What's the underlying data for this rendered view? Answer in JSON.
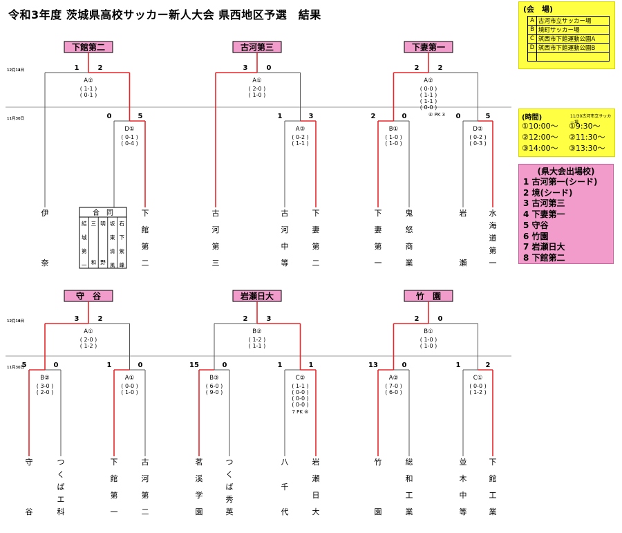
{
  "title": "令和3年度 茨城県高校サッカー新人大会 県西地区予選　結果",
  "venues": {
    "header": "(会　場)",
    "items": [
      {
        "key": "A",
        "name": "古河市立サッカー場"
      },
      {
        "key": "B",
        "name": "境町サッカー場"
      },
      {
        "key": "C",
        "name": "筑西市下館運動公園A"
      },
      {
        "key": "D",
        "name": "筑西市下館運動公園B"
      },
      {
        "key": "",
        "name": ""
      }
    ]
  },
  "times": {
    "header": "(時間)",
    "note": "11/30古河市立サッカー場",
    "col1": [
      "①10:00～",
      "②12:00～",
      "③14:00～"
    ],
    "col2": [
      "①9:30～",
      "②11:30～",
      "③13:30～"
    ]
  },
  "qualified": {
    "header": "(県大会出場校)",
    "list": [
      "1 古河第一(シード)",
      "2 境(シード)",
      "3 古河第三",
      "4 下妻第一",
      "5 守谷",
      "6 竹園",
      "7 岩瀬日大",
      "8 下館第二"
    ]
  },
  "blocks": [
    {
      "winner": "下館第二",
      "final_date": "12月14日",
      "final_scores": [
        "1",
        "2"
      ],
      "final_venue": "A②",
      "final_detail": [
        "( 1-1 )",
        "( 0-1 )"
      ],
      "final_pk": "",
      "semis": [
        {
          "bye": true,
          "team": "伊奈"
        },
        {
          "bye": false,
          "date": "11月30日",
          "scores": [
            "0",
            "5"
          ],
          "venue": "D①",
          "detail": [
            "( 0-1 )",
            "( 0-4 )"
          ],
          "pk": "",
          "teams": [
            {
              "name": "合同",
              "joint": true,
              "header": "合　同",
              "members": [
                "結城第一",
                "三和",
                "明野",
                "坂東清風",
                "石下紫峰"
              ]
            },
            {
              "name": "下館第二"
            }
          ]
        }
      ]
    },
    {
      "winner": "古河第三",
      "final_date": "12月13日",
      "final_scores": [
        "3",
        "0"
      ],
      "final_venue": "A①",
      "final_detail": [
        "( 2-0 )",
        "( 1-0 )"
      ],
      "final_pk": "",
      "semis": [
        {
          "bye": true,
          "team": "古河第三"
        },
        {
          "bye": false,
          "date": "",
          "scores": [
            "1",
            "3"
          ],
          "venue": "A③",
          "detail": [
            "( 0-2 )",
            "( 1-1 )"
          ],
          "pk": "",
          "teams": [
            {
              "name": "古河中等"
            },
            {
              "name": "下妻第二"
            }
          ]
        }
      ]
    },
    {
      "winner": "下妻第一",
      "final_date": "12月13日",
      "final_scores": [
        "2",
        "2"
      ],
      "final_venue": "A②",
      "final_detail": [
        "( 0-0 )",
        "( 1-1 )",
        "( 1-1 )",
        "( 0-0 )"
      ],
      "final_pk": "④ PK 3",
      "semis": [
        {
          "bye": false,
          "date": "",
          "scores": [
            "2",
            "0"
          ],
          "venue": "B①",
          "detail": [
            "( 1-0 )",
            "( 1-0 )"
          ],
          "pk": "",
          "teams": [
            {
              "name": "下妻第一"
            },
            {
              "name": "鬼怒商業"
            }
          ]
        },
        {
          "bye": false,
          "date": "11月30日",
          "scores": [
            "0",
            "5"
          ],
          "venue": "D②",
          "detail": [
            "( 0-2 )",
            "( 0-3 )"
          ],
          "pk": "",
          "teams": [
            {
              "name": "岩瀬"
            },
            {
              "name": "水海道第一"
            }
          ]
        }
      ]
    },
    {
      "winner": "守　谷",
      "final_date": "12月14日",
      "final_scores": [
        "3",
        "2"
      ],
      "final_venue": "A①",
      "final_detail": [
        "( 2-0 )",
        "( 1-2 )"
      ],
      "final_pk": "",
      "semis": [
        {
          "bye": false,
          "date": "11月30日",
          "scores": [
            "5",
            "0"
          ],
          "venue": "B②",
          "detail": [
            "( 3-0 )",
            "( 2-0 )"
          ],
          "pk": "",
          "teams": [
            {
              "name": "守谷"
            },
            {
              "name": "つくばエ科"
            }
          ]
        },
        {
          "bye": false,
          "date": "",
          "scores": [
            "1",
            "0"
          ],
          "venue": "A①",
          "detail": [
            "( 0-0 )",
            "( 1-0 )"
          ],
          "pk": "",
          "teams": [
            {
              "name": "下館第一"
            },
            {
              "name": "古河第二"
            }
          ]
        }
      ]
    },
    {
      "winner": "岩瀬日大",
      "final_date": "12月10日",
      "final_scores": [
        "2",
        "3"
      ],
      "final_venue": "B②",
      "final_detail": [
        "( 1-2 )",
        "( 1-1 )"
      ],
      "final_pk": "",
      "semis": [
        {
          "bye": false,
          "date": "",
          "scores": [
            "15",
            "0"
          ],
          "venue": "B③",
          "detail": [
            "( 6-0 )",
            "( 9-0 )"
          ],
          "pk": "",
          "teams": [
            {
              "name": "茗溪学園"
            },
            {
              "name": "つくば秀英"
            }
          ]
        },
        {
          "bye": false,
          "date": "",
          "scores": [
            "1",
            "1"
          ],
          "venue": "C②",
          "detail": [
            "( 1-1 )",
            "( 0-0 )",
            "( 0-0 )",
            "( 0-0 )"
          ],
          "pk": "7 PK ⑧",
          "teams": [
            {
              "name": "八千代"
            },
            {
              "name": "岩瀬日大"
            }
          ]
        }
      ]
    },
    {
      "winner": "竹　園",
      "final_date": "12月10日",
      "final_scores": [
        "2",
        "0"
      ],
      "final_venue": "B①",
      "final_detail": [
        "( 1-0 )",
        "( 1-0 )"
      ],
      "final_pk": "",
      "semis": [
        {
          "bye": false,
          "date": "",
          "scores": [
            "13",
            "0"
          ],
          "venue": "A②",
          "detail": [
            "( 7-0 )",
            "( 6-0 )"
          ],
          "pk": "",
          "teams": [
            {
              "name": "竹園"
            },
            {
              "name": "総和工業"
            }
          ]
        },
        {
          "bye": false,
          "date": "11月30日",
          "scores": [
            "1",
            "2"
          ],
          "venue": "C①",
          "detail": [
            "( 0-0 )",
            "( 1-2 )"
          ],
          "pk": "",
          "teams": [
            {
              "name": "並木中等"
            },
            {
              "name": "下館工業"
            }
          ]
        }
      ]
    }
  ],
  "colors": {
    "win": "#e8262a",
    "lose": "#555555",
    "banner": "#f19ccb",
    "info": "#ffff44",
    "divider": "#999999"
  }
}
